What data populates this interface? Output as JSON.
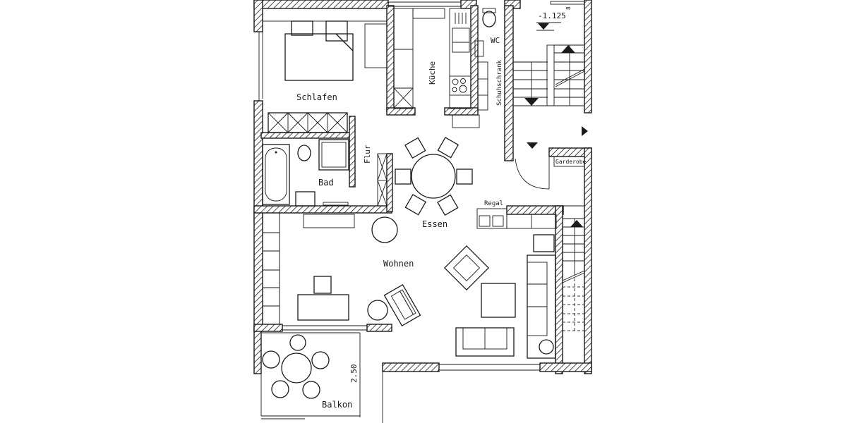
{
  "plan": {
    "type": "apartment floor plan",
    "rooms": [
      {
        "id": "schlafen",
        "label": "Schlafen"
      },
      {
        "id": "kueche",
        "label": "Küche"
      },
      {
        "id": "wc",
        "label": "WC"
      },
      {
        "id": "schuhschrank",
        "label": "Schuhschrank"
      },
      {
        "id": "bad",
        "label": "Bad"
      },
      {
        "id": "flur",
        "label": "Flur"
      },
      {
        "id": "essen",
        "label": "Essen"
      },
      {
        "id": "wohnen",
        "label": "Wohnen"
      },
      {
        "id": "balkon",
        "label": "Balkon"
      },
      {
        "id": "garderobe",
        "label": "Garderobe"
      },
      {
        "id": "regal",
        "label": "Regal"
      }
    ],
    "annotations": {
      "level": "-1.125",
      "level_marker_digit": "8",
      "balcony_dimension": "2.50"
    },
    "colors": {
      "line": "#1a1a1a",
      "background": "#ffffff"
    }
  }
}
